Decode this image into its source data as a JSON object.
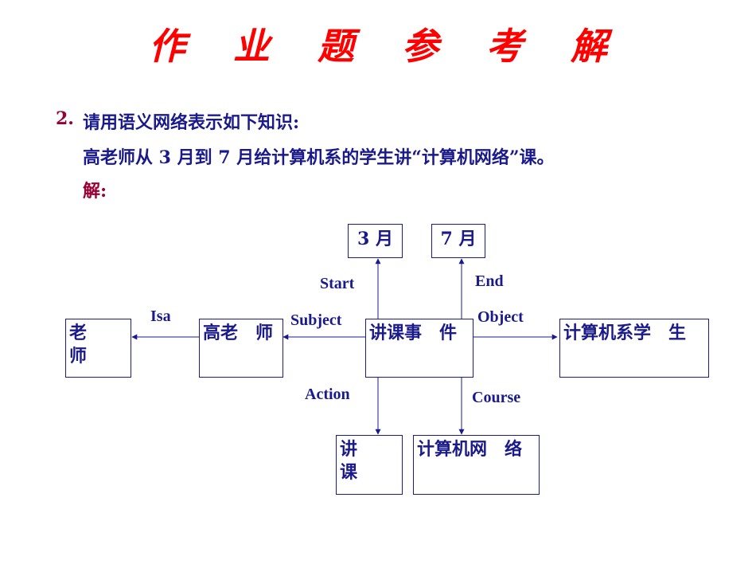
{
  "title": "作 业 题 参 考 解",
  "question": {
    "number": "2.",
    "prompt": "请用语义网络表示如下知识:",
    "knowledge": "高老师从 3 月到 7 月给计算机系的学生讲“计算机网络”课。",
    "solution_label": "解:"
  },
  "diagram": {
    "nodes": {
      "teacher": "老　　师",
      "gao": "高老　师",
      "event": "讲课事　件",
      "students": "计算机系学　生",
      "march": "3 月",
      "july": "7 月",
      "teach": "讲　　课",
      "network": "计算机网　络"
    },
    "edges": {
      "isa": "Isa",
      "subject": "Subject",
      "object": "Object",
      "start": "Start",
      "end": "End",
      "action": "Action",
      "course": "Course"
    },
    "line_color": "#1a1a8c"
  }
}
